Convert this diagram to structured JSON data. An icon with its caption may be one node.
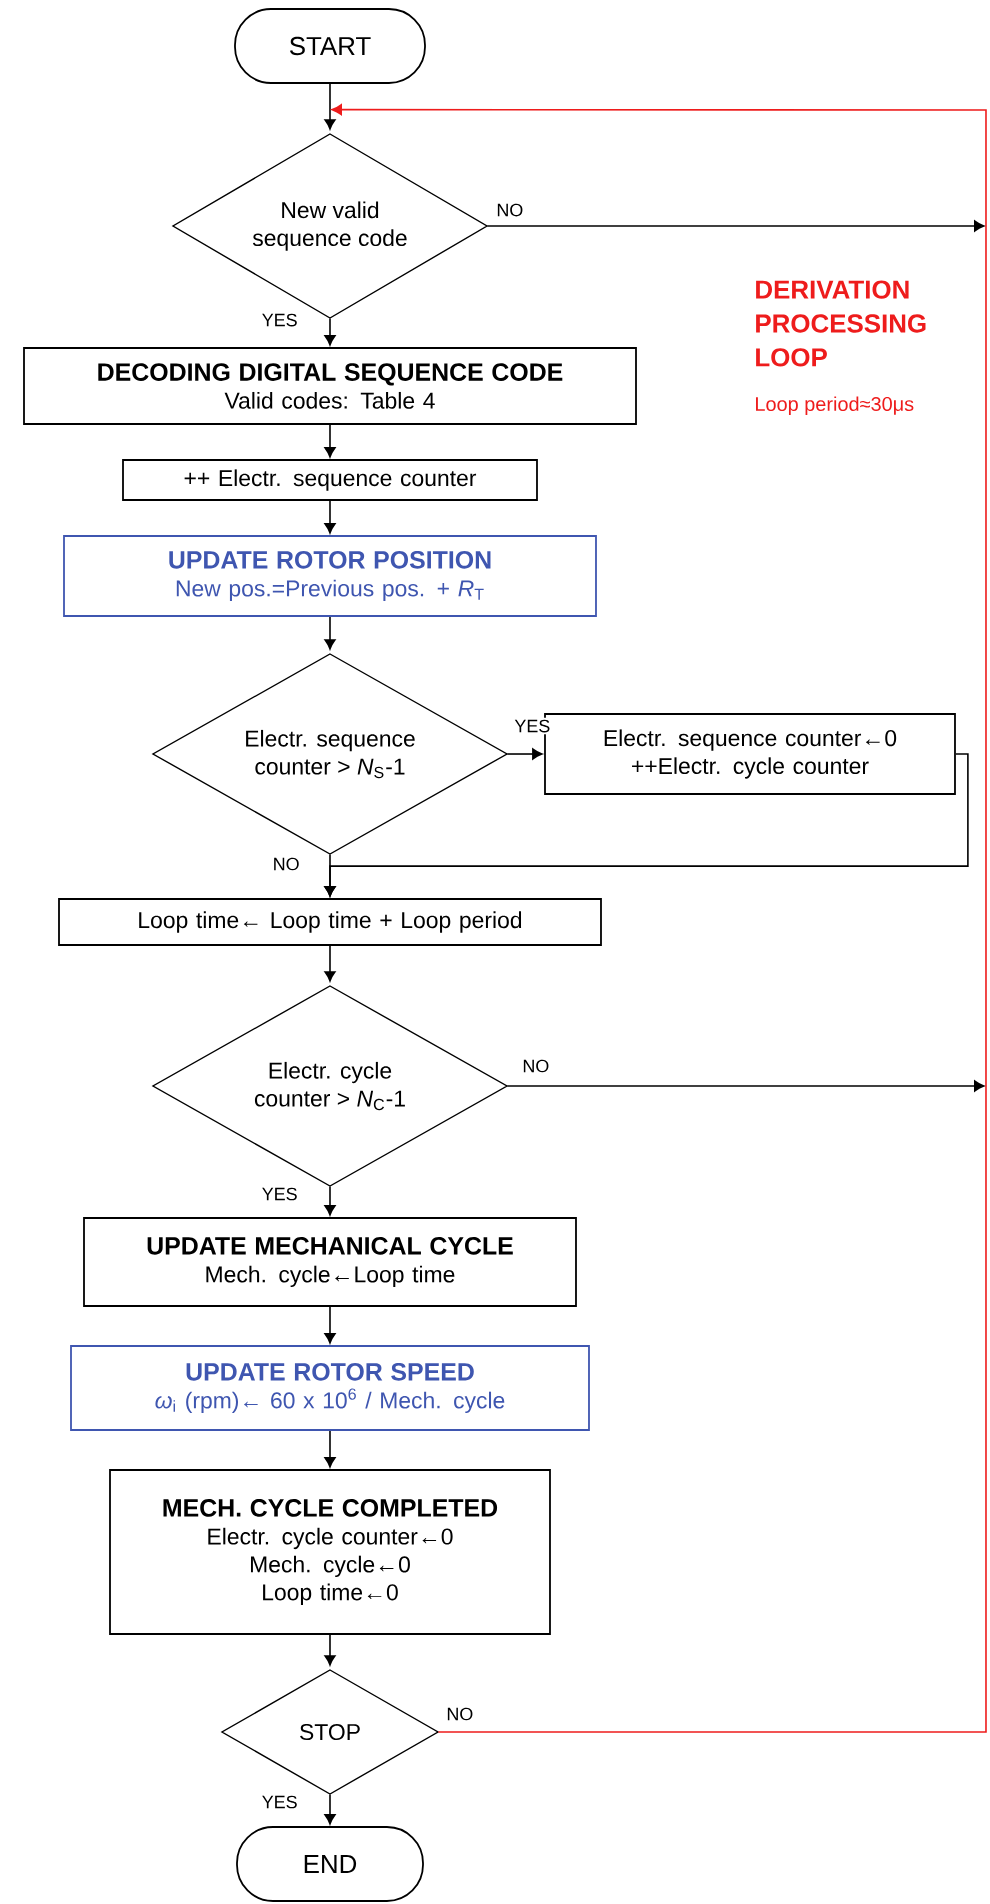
{
  "diagram": {
    "nodes": [
      {
        "text": [
          "START"
        ]
      },
      {
        "text": [
          "New valid sequence code"
        ]
      },
      {
        "text": [
          "DECODING DIGITAL SEQUENCE CODE",
          "Valid codes: Table 4"
        ]
      },
      {
        "text": [
          "++ Electr. sequence counter"
        ]
      },
      {
        "text": [
          "UPDATE ROTOR POSITION",
          "New pos.=Previous pos. + *R*$_{T}$"
        ]
      },
      {
        "text": [
          "Electr. sequence counter > *N*$_{S}$-1"
        ]
      },
      {
        "text": [
          "Electr. sequence counter←0",
          "++Electr. cycle counter"
        ]
      },
      {
        "text": [
          "Loop time← Loop time + Loop period"
        ]
      },
      {
        "text": [
          "Electr. cycle counter > *N*$_{C}$-1"
        ]
      },
      {
        "text": [
          "UPDATE MECHANICAL CYCLE",
          "Mech. cycle←Loop time"
        ]
      },
      {
        "text": [
          "UPDATE  ROTOR SPEED",
          "*ω*$_{i}$ (rpm)← 60 x 10$^{6}$ / Mech. cycle"
        ]
      },
      {
        "text": [
          "MECH. CYCLE COMPLETED",
          "Electr. cycle counter←0",
          "Mech. cycle←0",
          "Loop time←0"
        ]
      },
      {
        "text": [
          "STOP"
        ]
      },
      {
        "text": [
          "END"
        ]
      }
    ],
    "edges": [
      {
        "from": 0,
        "to": 1,
        "arrow": "to"
      },
      {
        "from": 1,
        "to": 2,
        "arrow": "to",
        "label": "YES"
      },
      {
        "from": 1,
        "to": null,
        "arrow": "to",
        "label": "NO"
      },
      {
        "from": 2,
        "to": 3,
        "arrow": "to"
      },
      {
        "from": 3,
        "to": 4,
        "arrow": "to"
      },
      {
        "from": 4,
        "to": 5,
        "arrow": "to"
      },
      {
        "from": 5,
        "to": 6,
        "arrow": "to",
        "label": "YES"
      },
      {
        "from": 5,
        "to": 7,
        "arrow": "to",
        "label": "NO"
      },
      {
        "from": 6,
        "to": 7,
        "arrow": "to"
      },
      {
        "from": 7,
        "to": 8,
        "arrow": "to"
      },
      {
        "from": 8,
        "to": 9,
        "arrow": "to",
        "label": "YES"
      },
      {
        "from": 8,
        "to": null,
        "arrow": "to",
        "label": "NO"
      },
      {
        "from": 9,
        "to": 10,
        "arrow": "to"
      },
      {
        "from": 10,
        "to": 11,
        "arrow": "to"
      },
      {
        "from": 11,
        "to": 12,
        "arrow": "to"
      },
      {
        "from": 12,
        "to": 13,
        "arrow": "to",
        "label": "YES"
      },
      {
        "from": 12,
        "to": 1,
        "arrow": "to",
        "label": "NO",
        "color": "#ee1c1c"
      }
    ],
    "labels": [
      "DERIVATION PROCESSING LOOP",
      "Loop period≈30μs"
    ]
  }
}
